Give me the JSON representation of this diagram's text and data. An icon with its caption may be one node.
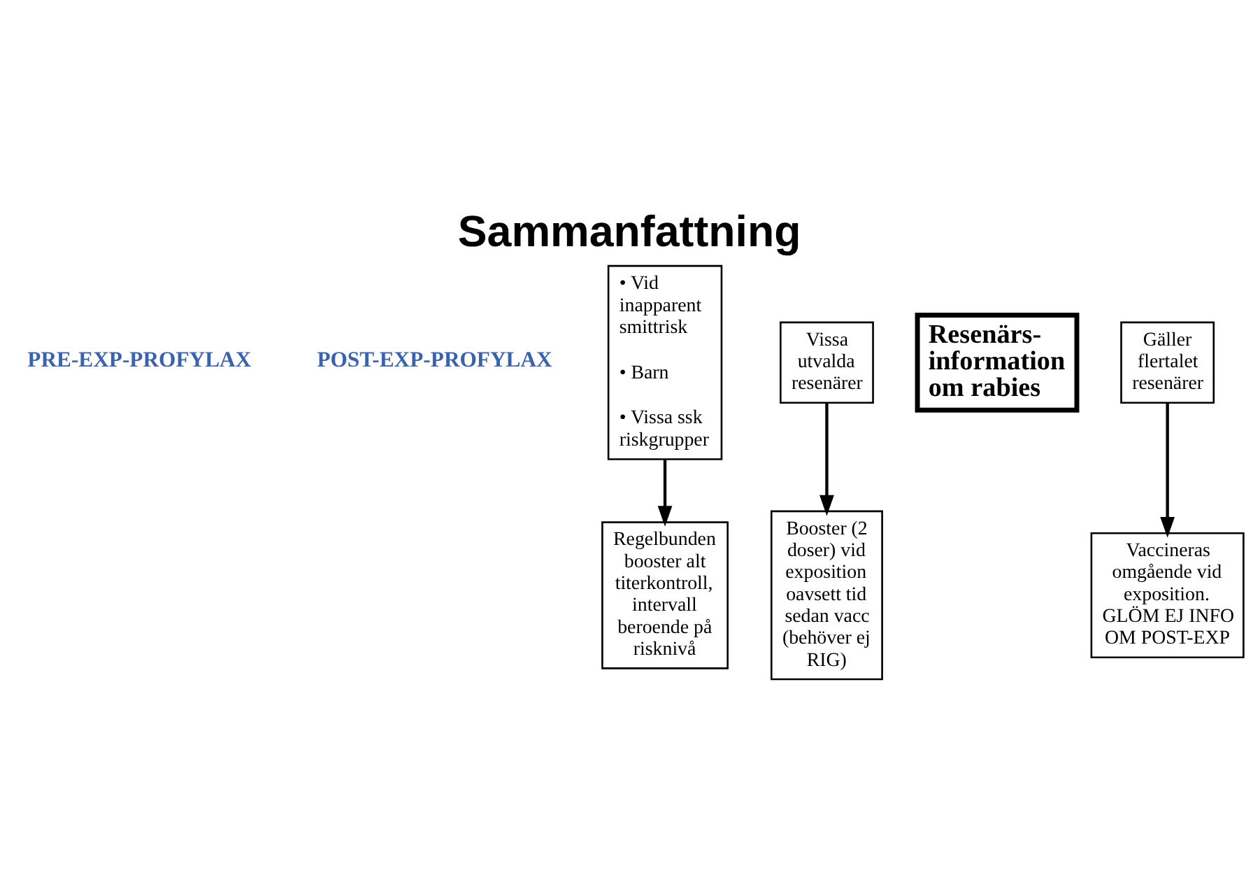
{
  "diagram": {
    "title": "Sammanfattning",
    "nodes": [
      {
        "text": [
          "• Vid inapparent smittrisk",
          "• Barn",
          "• Vissa ssk riskgrupper"
        ]
      },
      {
        "text": [
          "Vissa utvalda resenärer"
        ]
      },
      {
        "text": [
          "Regelbunden booster alt titerkontroll, intervall beroende på risknivå"
        ]
      },
      {
        "text": [
          "Booster (2 doser) vid exposition oavsett tid sedan vacc (behöver ej RIG)"
        ]
      },
      {
        "text": [
          "Resenärs- information om rabies"
        ]
      },
      {
        "text": [
          "Gäller flertalet resenärer"
        ]
      },
      {
        "text": [
          "Vaccineras omgående vid exposition. GLÖM EJ INFO OM POST-EXP"
        ]
      }
    ],
    "edges": [
      {
        "from": 0,
        "to": 2,
        "arrow": "to"
      },
      {
        "from": 1,
        "to": 3,
        "arrow": "to"
      },
      {
        "from": 5,
        "to": 6,
        "arrow": "to"
      }
    ],
    "labels": [
      "PRE-EXP-PROFYLAX",
      "POST-EXP-PROFYLAX"
    ]
  }
}
